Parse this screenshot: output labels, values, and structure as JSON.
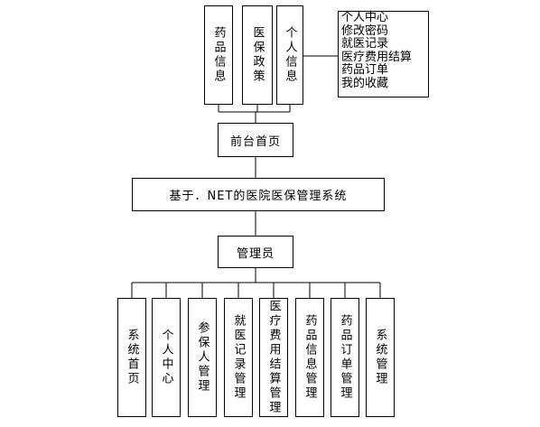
{
  "top_modules": [
    "药品信息",
    "医保政策",
    "个人信息"
  ],
  "personal_info_items": [
    "个人中心",
    "修改密码",
    "就医记录",
    "医疗费用结算",
    "药品订单",
    "我的收藏"
  ],
  "front_home": "前台首页",
  "system_title": "基于．NET的医院医保管理系统",
  "admin": "管理员",
  "admin_modules": [
    "系统首页",
    "个人中心",
    "参保人管理",
    "就医记录管理",
    "医疗费用结算管理",
    "药品信息管理",
    "药品订单管理",
    "系统管理"
  ]
}
